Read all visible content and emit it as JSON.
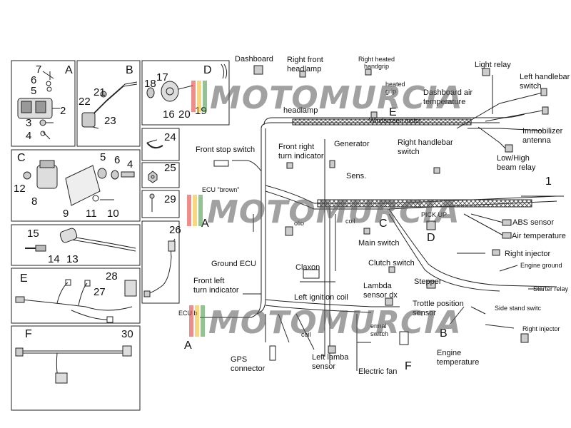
{
  "watermark": {
    "text": "MOTOMURCIA",
    "stripe_colors": [
      "#e0322b",
      "#f1b81c",
      "#3a8f3a"
    ]
  },
  "boxes": {
    "A": {
      "letter": "A",
      "nums": [
        "7",
        "6",
        "5",
        "2",
        "3",
        "4"
      ]
    },
    "B": {
      "letter": "B",
      "nums": [
        "22",
        "21",
        "23"
      ]
    },
    "C": {
      "letter": "C",
      "nums": [
        "5",
        "6",
        "4",
        "12",
        "8",
        "9",
        "11",
        "10"
      ]
    },
    "D": {
      "letter": "D",
      "nums": [
        "18",
        "17",
        "16",
        "20",
        "19"
      ]
    },
    "small": [
      "24",
      "25",
      "29"
    ],
    "p26": "26",
    "p13": {
      "nums": [
        "15",
        "14",
        "13"
      ]
    },
    "E": {
      "letter": "E",
      "nums": [
        "28",
        "27"
      ]
    },
    "F": {
      "letter": "F",
      "nums": [
        "30"
      ]
    }
  },
  "labels": {
    "dashboard": "Dashboard",
    "right_front_headlamp": "Right front headlamp",
    "right_heated_handgrip": "Right heated handgrip",
    "left_heated_handgrip_partial": "heated",
    "left_heated_handgrip_partial2": "grip",
    "light_relay": "Light relay",
    "left_handlebar_switch": "Left handlebar switch",
    "dashboard_air_temperature": "Dashboard air temperature",
    "headlamp": "headlamp",
    "windscreen_motor": "Windscreen motor",
    "E": "E",
    "immobilizer_antenna": "Immobilizer antenna",
    "low_high_beam_relay": "Low/High beam relay",
    "front_stop_switch": "Front stop switch",
    "front_right_turn_indicator": "Front right turn indicator",
    "generator": "Generator",
    "sens": "Sens.",
    "right_handlebar_switch": "Right handlebar switch",
    "n1": "1",
    "ecu_brown": "ECU \"brown\"",
    "A_top": "A",
    "pick_up": "PICK UP",
    "D": "D",
    "abs_sensor": "ABS sensor",
    "air_temperature": "Air temperature",
    "olio": "olio",
    "coil": "coil",
    "C": "C",
    "main_switch": "Main switch",
    "right_injector_1": "Right injector",
    "ground_ecu": "Ground ECU",
    "claxon": "Claxon",
    "clutch_switch": "Clutch switch",
    "engine_ground": "Engine ground",
    "front_left_turn_indicator": "Front left turn indicator",
    "stepper": "Stepper",
    "starter_relay": "Starter relay",
    "left_ignition_coil": "Left ignition coil",
    "lambda_sensor_dx": "Lambda sensor dx",
    "trottle_position_sensor": "Trottle position sensor",
    "side_stand_switc": "Side stand switc",
    "ecu_b": "ECU b",
    "coil2": "coil",
    "thermal_switch": "ermal switch",
    "B": "B",
    "right_injector_2": "Right injector",
    "A_bottom": "A",
    "engine_temperature": "Engine temperature",
    "gps_connector": "GPS connector",
    "left_lamba_sensor": "Left lamba sensor",
    "electric_fan": "Electric fan",
    "F": "F"
  }
}
